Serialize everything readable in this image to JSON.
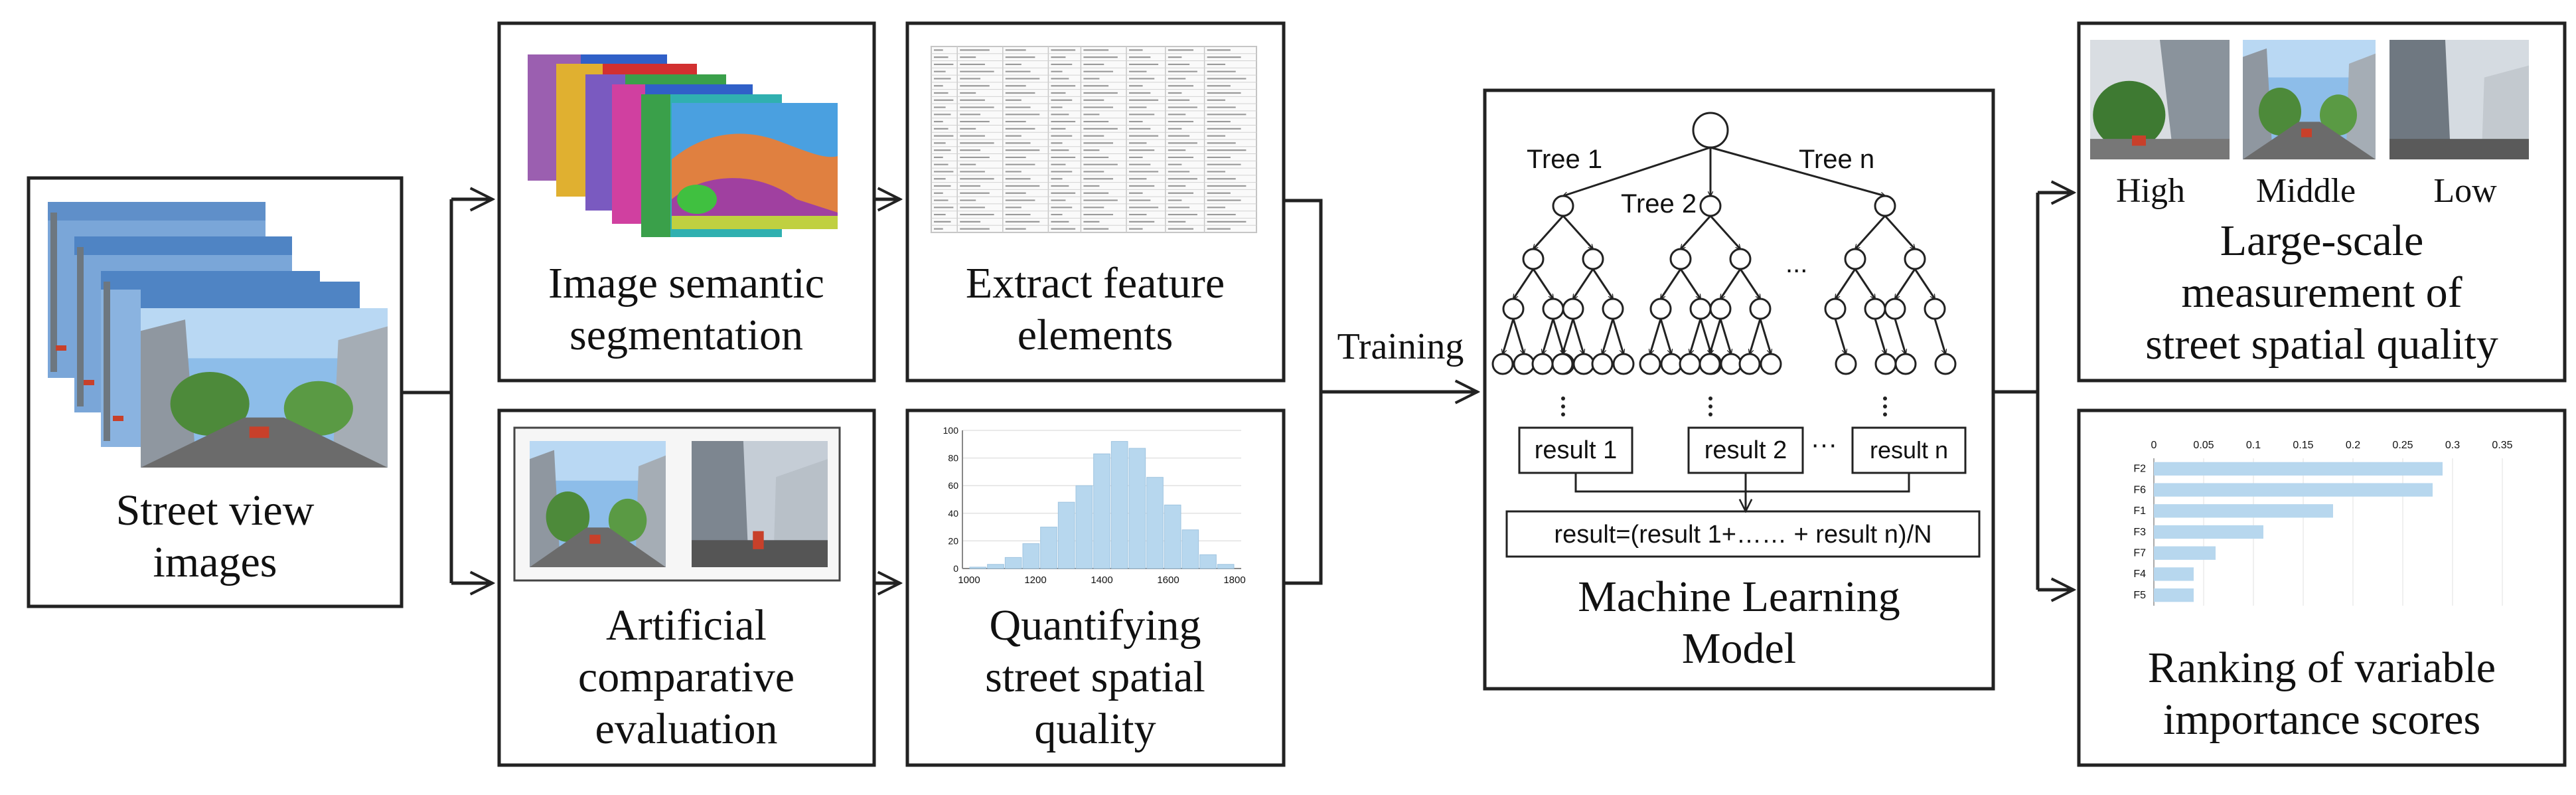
{
  "stages": {
    "street_view": "Street view\nimages",
    "segmentation": "Image semantic\nsegmentation",
    "artificial": "Artificial\ncomparative\nevaluation",
    "extract": "Extract feature\nelements",
    "quantifying": "Quantifying\nstreet spatial\nquality",
    "training": "Training",
    "ml_model": "Machine Learning\nModel",
    "large_scale": "Large-scale\nmeasurement of\nstreet spatial quality",
    "ranking": "Ranking of variable\nimportance scores"
  },
  "trees": {
    "tree1": "Tree 1",
    "tree2": "Tree 2",
    "treen": "Tree n",
    "dots": "...",
    "result1": "result 1",
    "result2": "result 2",
    "resultn": "result n",
    "result_dots": "···",
    "formula": "result=(result 1+…… + result n)/N"
  },
  "quality_levels": [
    "High",
    "Middle",
    "Low"
  ],
  "histogram": {
    "type": "bar",
    "bar_color": "#b7d7ee",
    "y_ticks": [
      "100",
      "80",
      "60",
      "40",
      "20",
      "0"
    ],
    "x_ticks": [
      "1000",
      "1200",
      "1400",
      "1600",
      "1800"
    ],
    "values": [
      1,
      3,
      8,
      18,
      30,
      48,
      60,
      83,
      92,
      87,
      66,
      46,
      28,
      10,
      3
    ],
    "ylim": [
      0,
      100
    ]
  },
  "importance": {
    "type": "bar",
    "bar_color": "#b7d7ee",
    "x_ticks": [
      "0",
      "0.05",
      "0.1",
      "0.15",
      "0.2",
      "0.25",
      "0.3",
      "0.35"
    ],
    "xlim": [
      0,
      0.35
    ],
    "categories": [
      "F2",
      "F6",
      "F1",
      "F3",
      "F7",
      "F4",
      "F5"
    ],
    "values": [
      0.29,
      0.28,
      0.18,
      0.11,
      0.062,
      0.04,
      0.04
    ]
  },
  "chart_data": [
    {
      "type": "bar",
      "categories": [
        "1000",
        "1050",
        "1100",
        "1150",
        "1200",
        "1250",
        "1300",
        "1350",
        "1400",
        "1450",
        "1500",
        "1550",
        "1600",
        "1650",
        "1700"
      ],
      "values": [
        1,
        3,
        8,
        18,
        30,
        48,
        60,
        83,
        92,
        87,
        66,
        46,
        28,
        10,
        3
      ],
      "ylim": [
        0,
        100
      ],
      "x_ticks": [
        "1000",
        "1200",
        "1400",
        "1600",
        "1800"
      ]
    },
    {
      "type": "bar",
      "orientation": "horizontal",
      "categories": [
        "F2",
        "F6",
        "F1",
        "F3",
        "F7",
        "F4",
        "F5"
      ],
      "values": [
        0.29,
        0.28,
        0.18,
        0.11,
        0.062,
        0.04,
        0.04
      ],
      "xlim": [
        0,
        0.35
      ]
    }
  ],
  "colors": {
    "stroke": "#222222",
    "bar": "#b7d7ee",
    "sky": "#7fb3e6",
    "building": "#9aa4ad",
    "tree": "#4d8a3a"
  }
}
